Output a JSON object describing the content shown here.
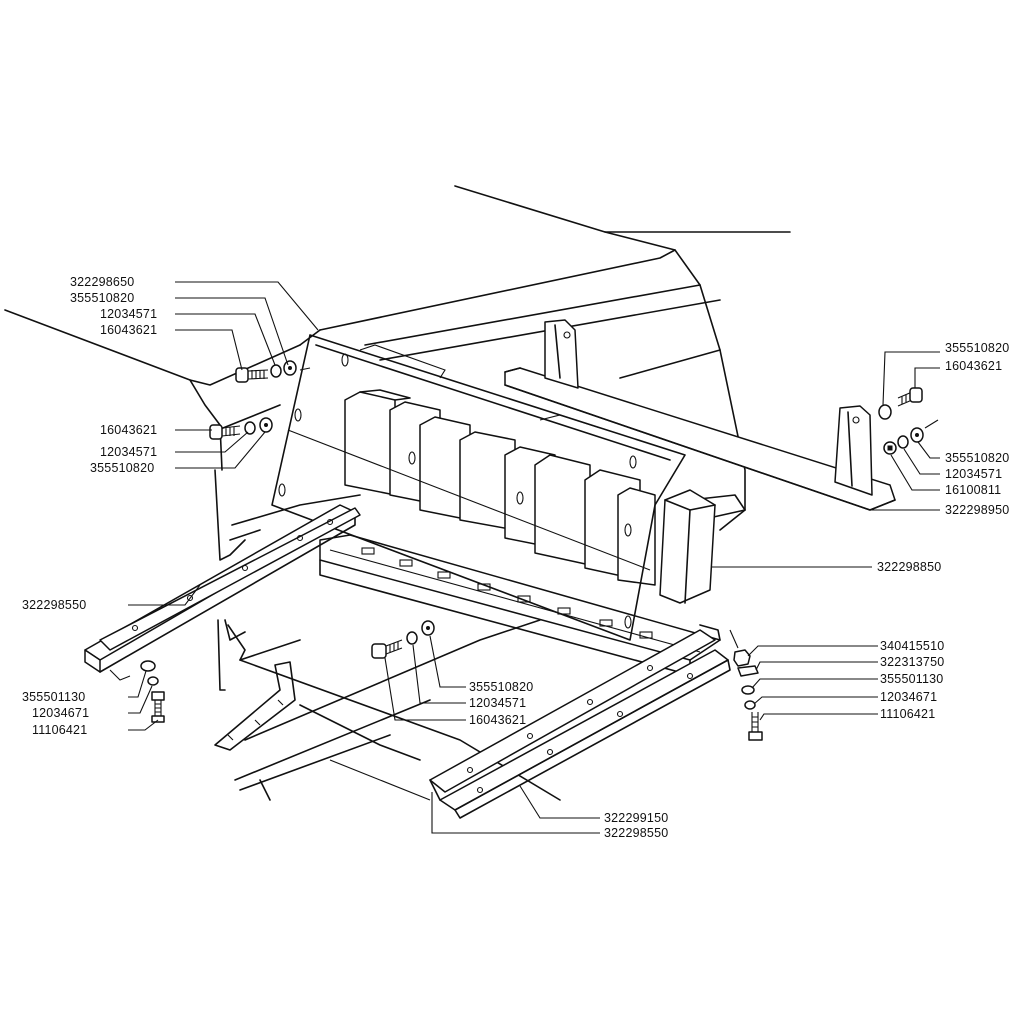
{
  "labels": {
    "l_322298650": "322298650",
    "l_355510820_tl": "355510820",
    "l_12034571_tl": "12034571",
    "l_16043621_tl": "16043621",
    "l_16043621_ml": "16043621",
    "l_12034571_ml": "12034571",
    "l_355510820_ml": "355510820",
    "l_322298550_l": "322298550",
    "l_355501130_l": "355501130",
    "l_12034671_l": "12034671",
    "l_11106421_l": "11106421",
    "l_355510820_tr": "355510820",
    "l_16043621_tr": "16043621",
    "l_355510820_r": "355510820",
    "l_12034571_r": "12034571",
    "l_16100811_r": "16100811",
    "l_322298950": "322298950",
    "l_322298850": "322298850",
    "l_340415510": "340415510",
    "l_322313750": "322313750",
    "l_355501130_r": "355501130",
    "l_12034671_r": "12034671",
    "l_11106421_r": "11106421",
    "l_355510820_c": "355510820",
    "l_12034571_c": "12034571",
    "l_16043621_c": "16043621",
    "l_322299150": "322299150",
    "l_322298550_b": "322298550"
  }
}
